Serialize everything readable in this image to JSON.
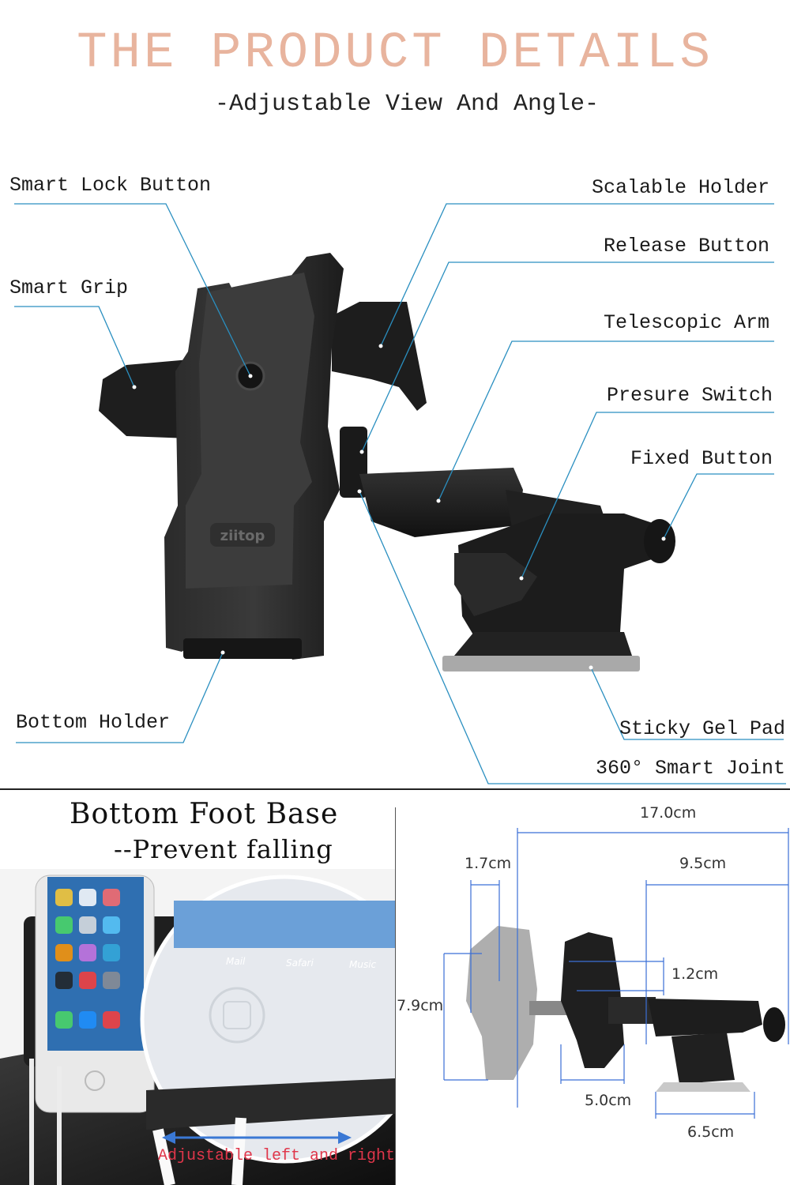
{
  "header": {
    "title": "THE PRODUCT DETAILS",
    "subtitle": "-Adjustable View And Angle-"
  },
  "callouts": {
    "smart_lock_button": "Smart Lock Button",
    "smart_grip": "Smart Grip",
    "bottom_holder": "Bottom Holder",
    "scalable_holder": "Scalable Holder",
    "release_button": "Release Button",
    "telescopic_arm": "Telescopic Arm",
    "presure_switch": "Presure Switch",
    "fixed_button": "Fixed Button",
    "sticky_gel_pad": "Sticky Gel Pad",
    "smart_joint": "360° Smart Joint"
  },
  "brand_logo": "ziitop",
  "bottom_left": {
    "title": "Bottom Foot Base",
    "subtitle": "--Prevent falling",
    "caption": "Adjustable left and right",
    "phone_apps": [
      "Mail",
      "Safari",
      "Music"
    ]
  },
  "dimensions": {
    "total_length": "17.0cm",
    "arm_length": "9.5cm",
    "grip_depth": "1.7cm",
    "height": "7.9cm",
    "clip_gap": "1.2cm",
    "holder_width": "5.0cm",
    "base_width": "6.5cm"
  },
  "colors": {
    "title": "#e8b49e",
    "leader_line": "#2a8fc0",
    "dimension_line": "#3b6fd6",
    "caption": "#e0364a",
    "product_body": "#1f1f1f"
  }
}
